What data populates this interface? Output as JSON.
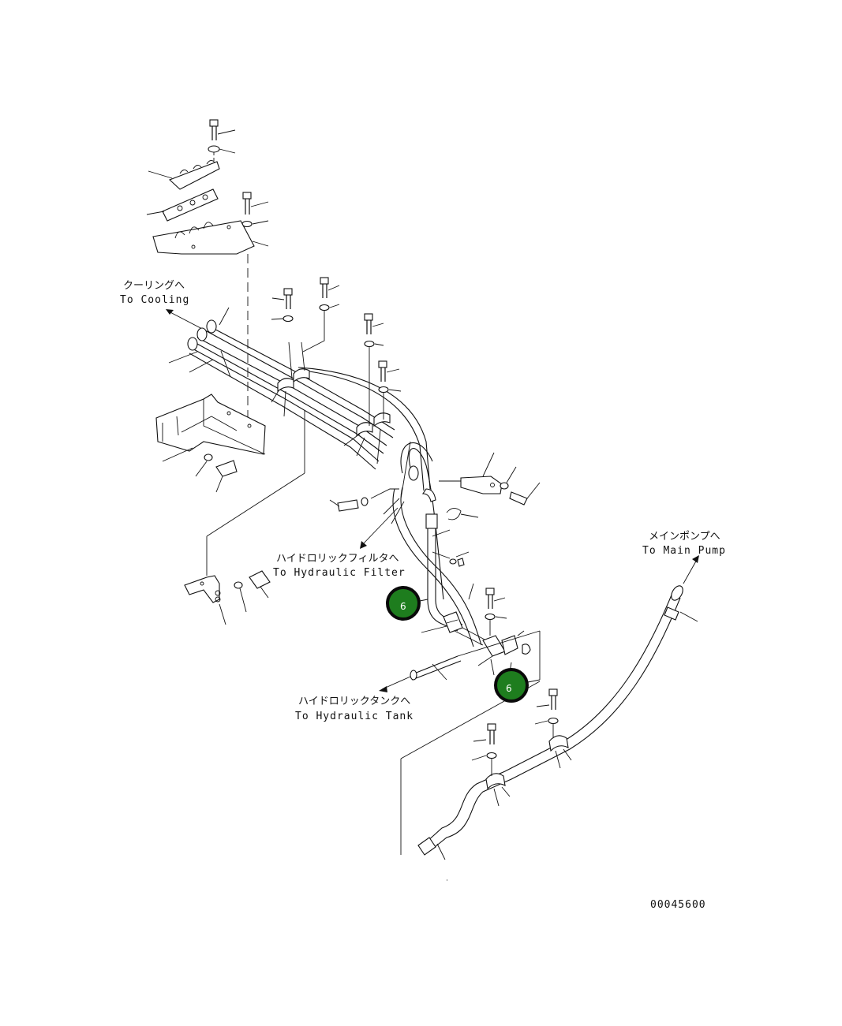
{
  "labels": {
    "cooling_jp": "クーリングへ",
    "cooling_en": "To Cooling",
    "filter_jp": "ハイドロリックフィルタへ",
    "filter_en": "To Hydraulic Filter",
    "main_pump_jp": "メインポンプへ",
    "main_pump_en": "To Main Pump",
    "tank_jp": "ハイドロリックタンクへ",
    "tank_en": "To Hydraulic Tank"
  },
  "callouts": [
    {
      "number": "6"
    },
    {
      "number": "6"
    }
  ],
  "drawing_number": "00045600",
  "colors": {
    "callout_fill": "#1e7d1e",
    "callout_border": "#0a0a0a",
    "line": "#111111",
    "background": "#ffffff"
  }
}
